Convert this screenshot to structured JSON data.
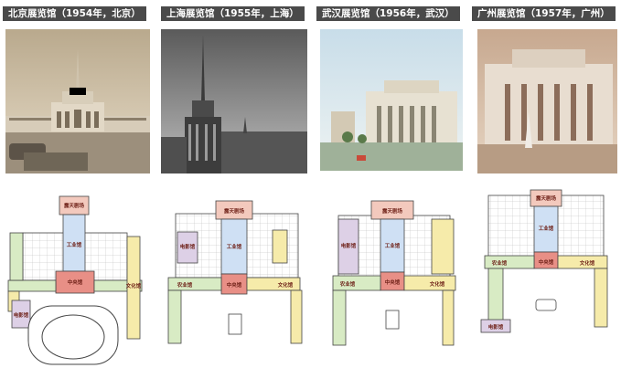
{
  "panels": [
    {
      "title": "北京展览馆（1954年，北京）",
      "labels": {
        "open_air": "露天剧场",
        "industry": "工业馆",
        "central": "中央馆",
        "culture": "文化馆",
        "cinema": "电影馆"
      },
      "colors": {
        "pink": "#f3c9bd",
        "blue": "#cfe0f4",
        "red": "#e88f86",
        "green": "#d8ebc4",
        "yellow": "#f6ebaa",
        "purple": "#ddd0e6"
      }
    },
    {
      "title": "上海展览馆（1955年，上海）",
      "labels": {
        "open_air": "露天剧场",
        "industry": "工业馆",
        "cinema": "电影馆",
        "agriculture": "农业馆",
        "central": "中央馆",
        "culture": "文化馆"
      }
    },
    {
      "title": "武汉展览馆（1956年，武汉）",
      "labels": {
        "open_air": "露天剧场",
        "industry": "工业馆",
        "cinema": "电影馆",
        "agriculture": "农业馆",
        "central": "中央馆",
        "culture": "文化馆"
      }
    },
    {
      "title": "广州展览馆（1957年，广州）",
      "labels": {
        "open_air": "露天剧场",
        "industry": "工业馆",
        "agriculture": "农业馆",
        "central": "中央馆",
        "culture": "文化馆",
        "cinema": "电影馆"
      }
    }
  ]
}
